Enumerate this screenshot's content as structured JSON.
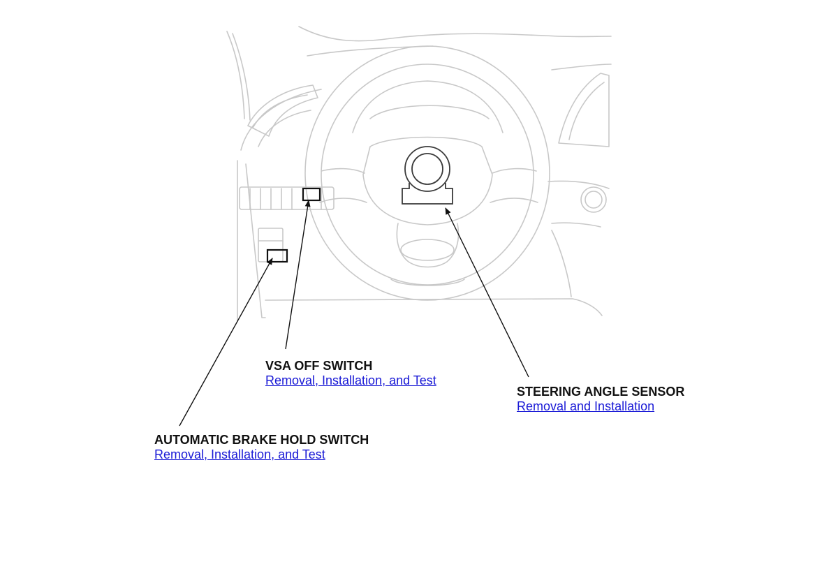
{
  "callouts": {
    "vsa_off_switch": {
      "title": "VSA OFF SWITCH",
      "link": "Removal, Installation, and Test"
    },
    "steering_angle_sensor": {
      "title": "STEERING ANGLE SENSOR",
      "link": "Removal and Installation"
    },
    "automatic_brake_hold_switch": {
      "title": "AUTOMATIC BRAKE HOLD SWITCH",
      "link": "Removal, Installation, and Test"
    }
  },
  "colors": {
    "line_art": "#c8c8c8",
    "leader": "#111111",
    "link": "#1a1ad6"
  }
}
